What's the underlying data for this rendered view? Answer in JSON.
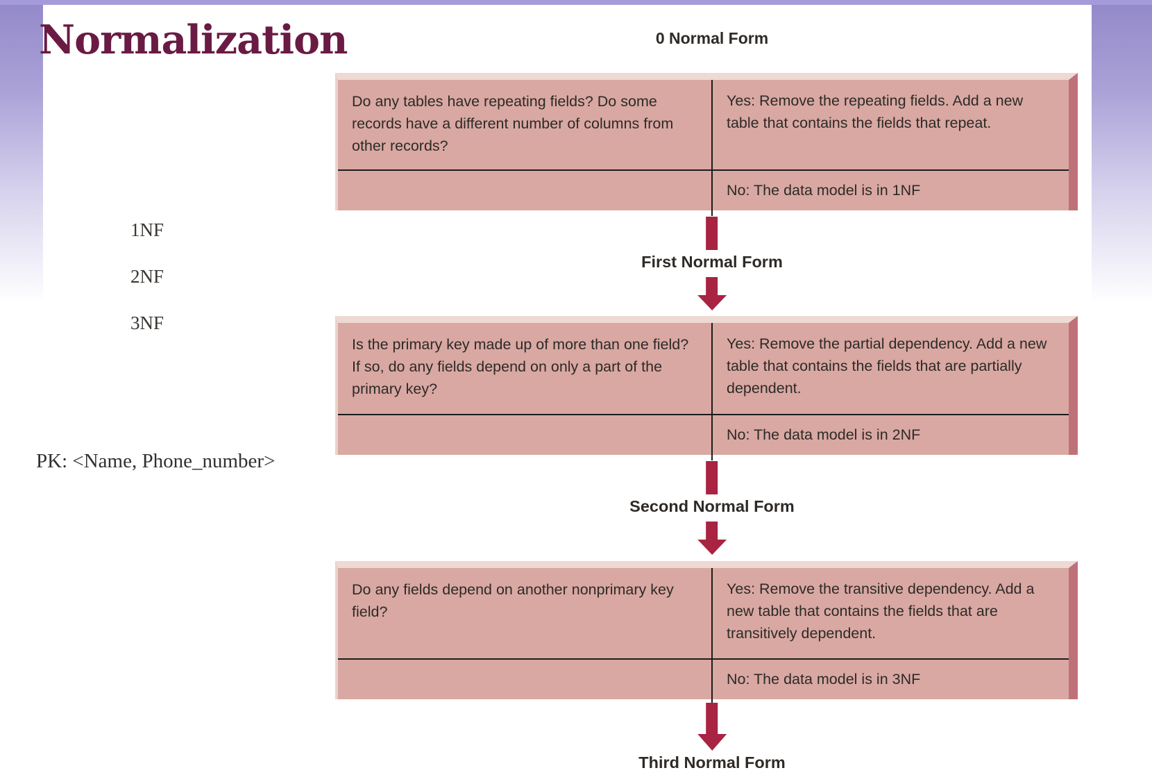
{
  "slide": {
    "title": "Normalization",
    "side_labels": [
      "1NF",
      "2NF",
      "3NF"
    ],
    "pk_note": "PK: <Name, Phone_number>"
  },
  "flowchart": {
    "start_label": "0 Normal Form",
    "steps": [
      {
        "question": "Do any tables have repeating fields? Do some records have a different number of columns from other records?",
        "yes": "Yes: Remove the repeating fields. Add a new table that contains the fields that repeat.",
        "no": "No: The data model is in 1NF",
        "result_label": "First Normal Form"
      },
      {
        "question": "Is the primary key made up of more than one field? If so, do any fields depend on only a part of the primary key?",
        "yes": "Yes: Remove the partial dependency. Add a new table that contains the fields that are partially dependent.",
        "no": "No: The data model is in 2NF",
        "result_label": "Second Normal Form"
      },
      {
        "question": "Do any fields depend on another nonprimary key field?",
        "yes": "Yes: Remove the transitive dependency. Add a new table that contains the fields that are transitively dependent.",
        "no": "No: The data model is in 3NF",
        "result_label": "Third Normal Form"
      }
    ]
  },
  "colors": {
    "title_text": "#691b43",
    "accent_purple": "#a49cda",
    "box_fill": "#d9a8a2",
    "box_bevel_light": "#eed9d3",
    "box_bevel_dark": "#bf717a",
    "arrow_red": "#a82442",
    "line_black": "#1c1c1c"
  }
}
